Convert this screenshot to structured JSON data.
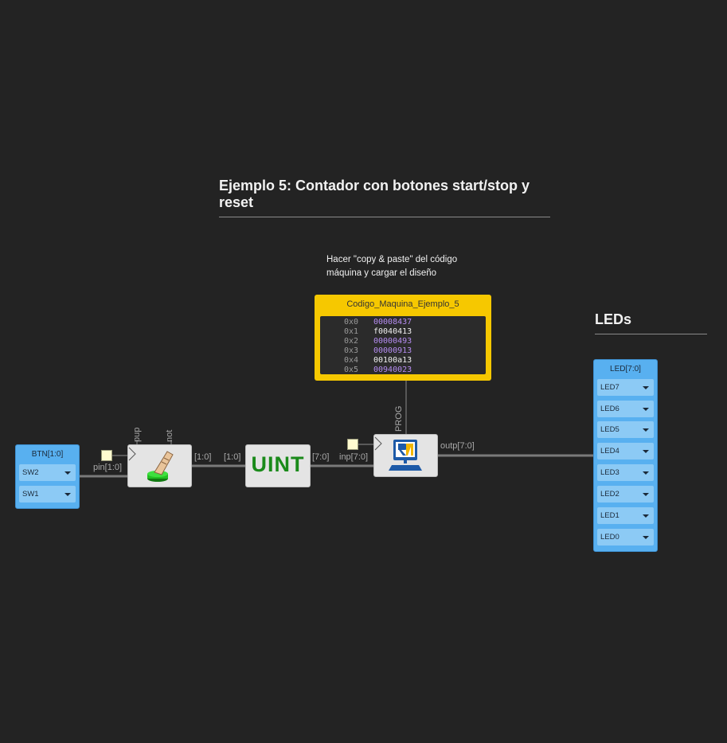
{
  "title": "Ejemplo 5: Contador con botones start/stop y reset",
  "note": "Hacer \"copy & paste\" del código máquina y cargar el diseño",
  "leds_heading": "LEDs",
  "memory": {
    "title": "Codigo_Maquina_Ejemplo_5",
    "rows": [
      {
        "addr": "0x0",
        "val": "00008437",
        "color": "#b58cf0"
      },
      {
        "addr": "0x1",
        "val": "f0040413",
        "color": "#f0f0f0"
      },
      {
        "addr": "0x2",
        "val": "00000493",
        "color": "#b58cf0"
      },
      {
        "addr": "0x3",
        "val": "00000913",
        "color": "#b58cf0"
      },
      {
        "addr": "0x4",
        "val": "00100a13",
        "color": "#f0f0f0"
      },
      {
        "addr": "0x5",
        "val": "00940023",
        "color": "#b58cf0"
      }
    ]
  },
  "btn_panel": {
    "title": "BTN[1:0]",
    "items": [
      "SW2",
      "SW1"
    ]
  },
  "led_panel": {
    "title": "LED[7:0]",
    "items": [
      "LED7",
      "LED6",
      "LED5",
      "LED4",
      "LED3",
      "LED2",
      "LED1",
      "LED0"
    ]
  },
  "blocks": {
    "uint_label": "UINT"
  },
  "ports": {
    "pin": "pin[1:0]",
    "pup": "pup",
    "not": "not",
    "btn_out": "[1:0]",
    "uint_in": "[1:0]",
    "uint_out": "[7:0]",
    "cpu_in": "inp[7:0]",
    "cpu_out": "outp[7:0]",
    "prog": "PROG"
  },
  "colors": {
    "background": "#232323",
    "memory": "#f6c800",
    "io_panel": "#58b0f0",
    "wire": "#7a7a7a",
    "uint_text": "#1a8a1a"
  }
}
